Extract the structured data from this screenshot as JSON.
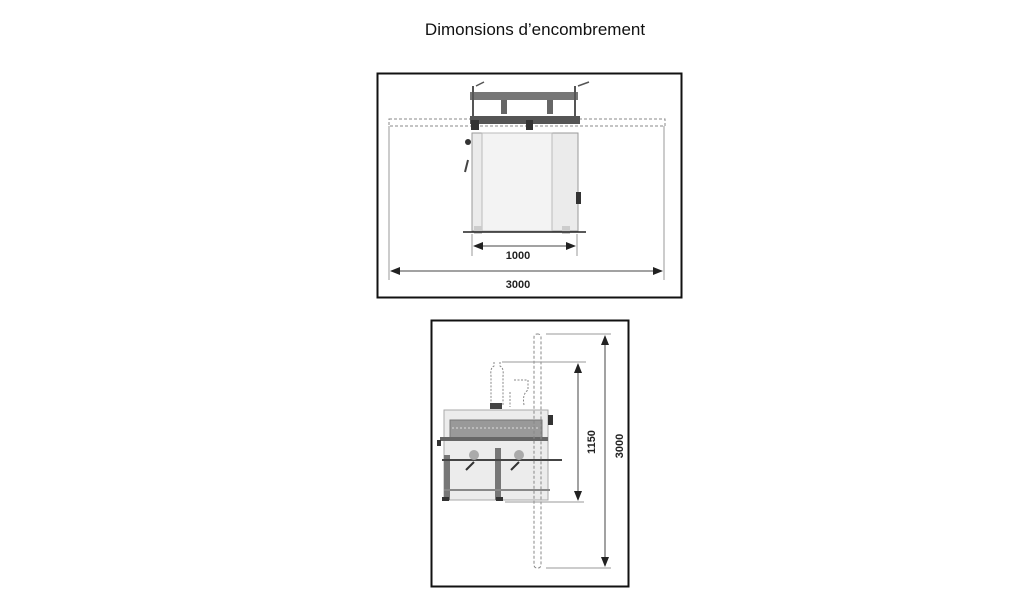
{
  "title": "Dimonsions d’encombrement",
  "front_view": {
    "width_machine": "1000",
    "width_total": "3000"
  },
  "side_view": {
    "height_machine": "1150",
    "height_total": "3000"
  }
}
